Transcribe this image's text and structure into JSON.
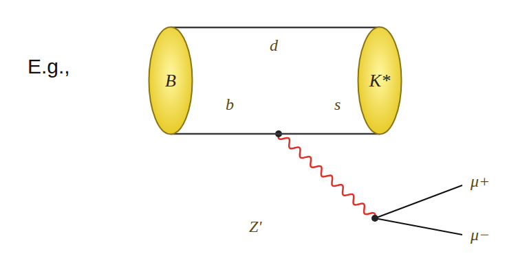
{
  "diagram": {
    "nodes": [
      {
        "text": [
          "B"
        ]
      },
      {
        "text": [
          "K*"
        ]
      }
    ],
    "edges": [
      {
        "from": 0,
        "to": 1,
        "arrow": "none",
        "label": "d"
      },
      {
        "from": 0,
        "to": 1,
        "arrow": "none"
      }
    ],
    "labels": [
      "E.g.,",
      "b",
      "s",
      "Z'",
      "μ+",
      "μ−"
    ]
  }
}
